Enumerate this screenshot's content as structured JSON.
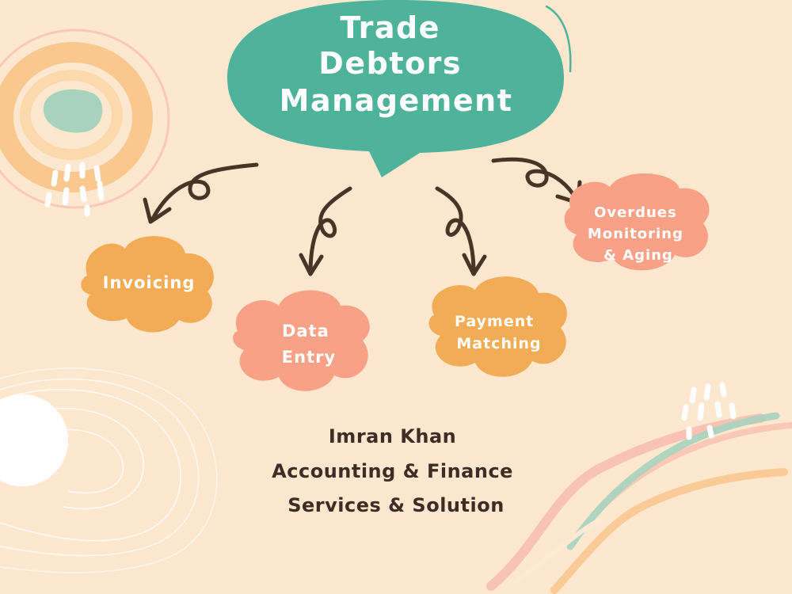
{
  "diagram": {
    "title_lines": [
      "Trade",
      "Debtors",
      "Management"
    ],
    "nodes": [
      {
        "id": "invoicing",
        "lines": [
          "Invoicing"
        ],
        "color": "#f2ac55"
      },
      {
        "id": "data-entry",
        "lines": [
          "Data",
          "Entry"
        ],
        "color": "#f8a187"
      },
      {
        "id": "payment-matching",
        "lines": [
          "Payment",
          "Matching"
        ],
        "color": "#f2ac55"
      },
      {
        "id": "overdues",
        "lines": [
          "Overdues",
          "Monitoring",
          "& Aging"
        ],
        "color": "#f8a187"
      }
    ],
    "footer_lines": [
      "Imran Khan",
      "Accounting & Finance",
      "Services & Solution"
    ]
  },
  "colors": {
    "background": "#fde8cf",
    "title_bubble": "#4fb39b",
    "title_text": "#ffffff",
    "node_text": "#ffffff",
    "arrow": "#4a3426",
    "footer_text": "#3f2c24",
    "decor_orange": "#f9c88f",
    "decor_pink": "#f7bfb0",
    "decor_teal": "#8fcdb8",
    "decor_white": "#ffffff"
  }
}
